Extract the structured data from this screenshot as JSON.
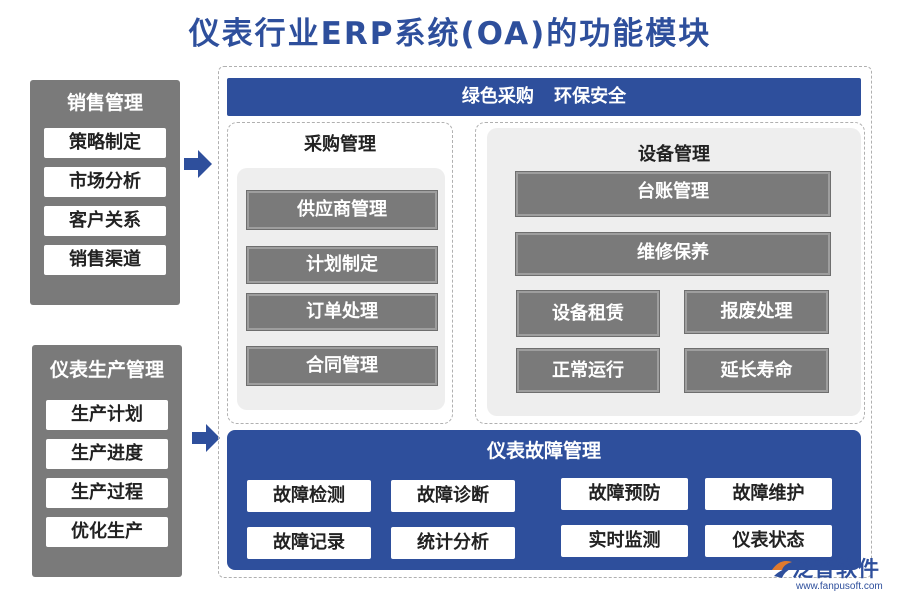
{
  "title": "仪表行业ERP系统(OA)的功能模块",
  "sales": {
    "title": "销售管理",
    "items": [
      "策略制定",
      "市场分析",
      "客户关系",
      "销售渠道"
    ]
  },
  "production": {
    "title": "仪表生产管理",
    "items": [
      "生产计划",
      "生产进度",
      "生产过程",
      "优化生产"
    ]
  },
  "top_banner": "绿色采购 环保安全",
  "purchasing": {
    "title": "采购管理",
    "items": [
      "供应商管理",
      "计划制定",
      "订单处理",
      "合同管理"
    ]
  },
  "equipment": {
    "title": "设备管理",
    "wide_items": [
      "台账管理",
      "维修保养"
    ],
    "grid_items": [
      "设备租赁",
      "报废处理",
      "正常运行",
      "延长寿命"
    ]
  },
  "fault": {
    "title": "仪表故障管理",
    "items": [
      "故障检测",
      "故障诊断",
      "故障预防",
      "故障维护",
      "故障记录",
      "统计分析",
      "实时监测",
      "仪表状态"
    ]
  },
  "logo": {
    "name": "泛普软件",
    "url": "www.fanpusoft.com",
    "icon": "fanpu-logo-icon"
  },
  "colors": {
    "primary_blue": "#2e4f9c",
    "panel_grey": "#7a7a7a",
    "inner_grey": "#eeeeee"
  }
}
